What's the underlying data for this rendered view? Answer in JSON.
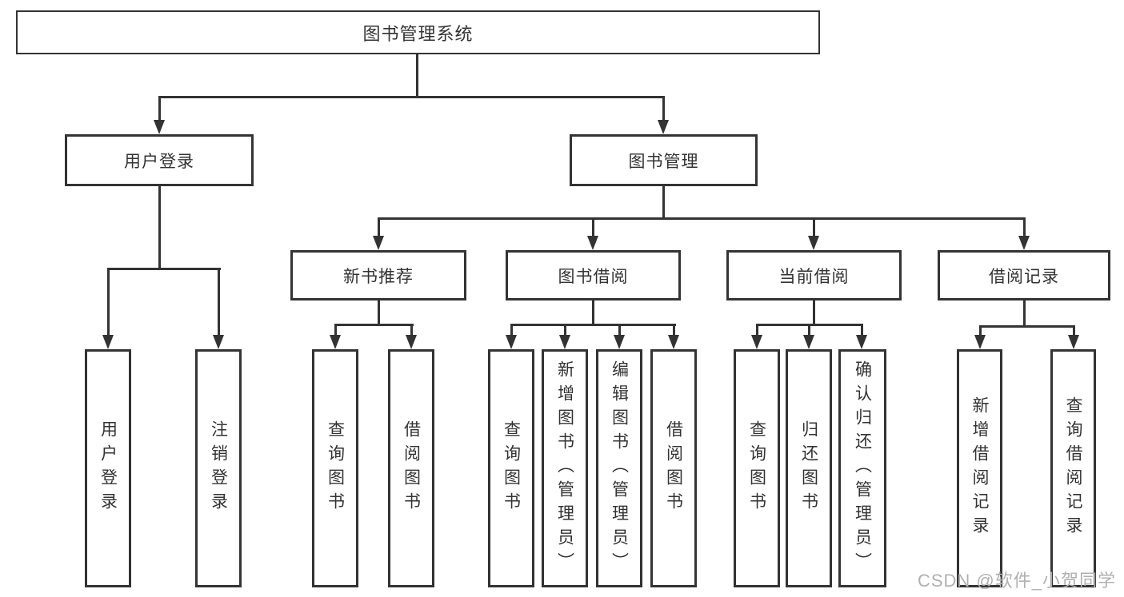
{
  "diagram": {
    "root": "图书管理系统",
    "level1": [
      "用户登录",
      "图书管理"
    ],
    "level2": [
      "新书推荐",
      "图书借阅",
      "当前借阅",
      "借阅记录"
    ],
    "leaves_login": [
      "用户登录",
      "注销登录"
    ],
    "leaves_newbook": [
      "查询图书",
      "借阅图书"
    ],
    "leaves_borrow": [
      "查询图书",
      "新增图书（管理员）",
      "编辑图书（管理员）",
      "借阅图书"
    ],
    "leaves_current": [
      "查询图书",
      "归还图书",
      "确认归还（管理员）"
    ],
    "leaves_records": [
      "新增借阅记录",
      "查询借阅记录"
    ]
  },
  "watermark": "CSDN @软件_小贺同学",
  "colors": {
    "line": "#333333",
    "text": "#333333",
    "background": "#ffffff",
    "watermark": "#b0b0b0"
  }
}
